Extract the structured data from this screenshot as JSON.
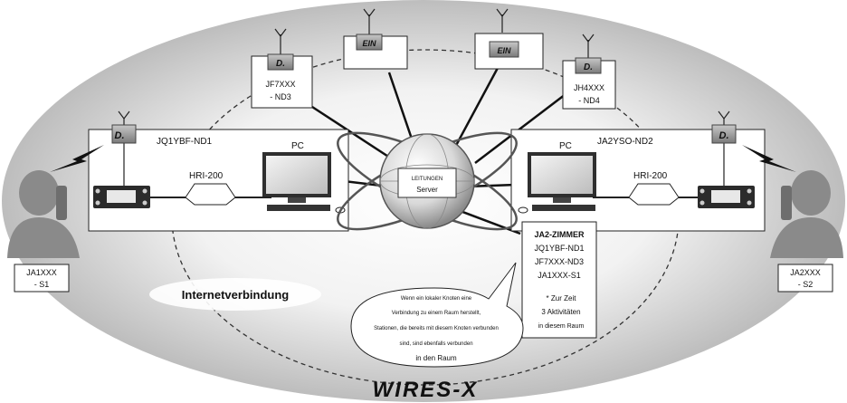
{
  "left_station": {
    "name": "JQ1YBF-ND1",
    "hri": "HRI-200",
    "pc": "PC"
  },
  "right_station": {
    "name": "JA2YSO-ND2",
    "hri": "HRI-200",
    "pc": "PC"
  },
  "remote_nodes": [
    {
      "badge": "D.",
      "line1": "JF7XXX",
      "line2": "- ND3"
    },
    {
      "badge": "EIN"
    },
    {
      "badge": "EIN"
    },
    {
      "badge": "D.",
      "line1": "JH4XXX",
      "line2": "- ND4"
    }
  ],
  "station_badge": "D.",
  "server": {
    "line1": "LEITUNGEN",
    "line2": "Server"
  },
  "users": [
    {
      "line1": "JA1XXX",
      "line2": "- S1"
    },
    {
      "line1": "JA2XXX",
      "line2": "- S2"
    }
  ],
  "room_panel": {
    "title": "JA2-ZIMMER",
    "members": [
      "JQ1YBF-ND1",
      "JF7XXX-ND3",
      "JA1XXX-S1"
    ],
    "note1": "* Zur Zeit",
    "note2": "3 Aktivitäten",
    "note3": "in diesem Raum"
  },
  "internet_label": "Internetverbindung",
  "bubble": [
    "Wenn ein lokaler Knoten eine",
    "Verbindung zu einem Raum herstellt,",
    "Stationen, die bereits mit diesem Knoten verbunden",
    "sind, sind ebenfalls verbunden",
    "in den Raum"
  ],
  "logo": "WIRES-X"
}
